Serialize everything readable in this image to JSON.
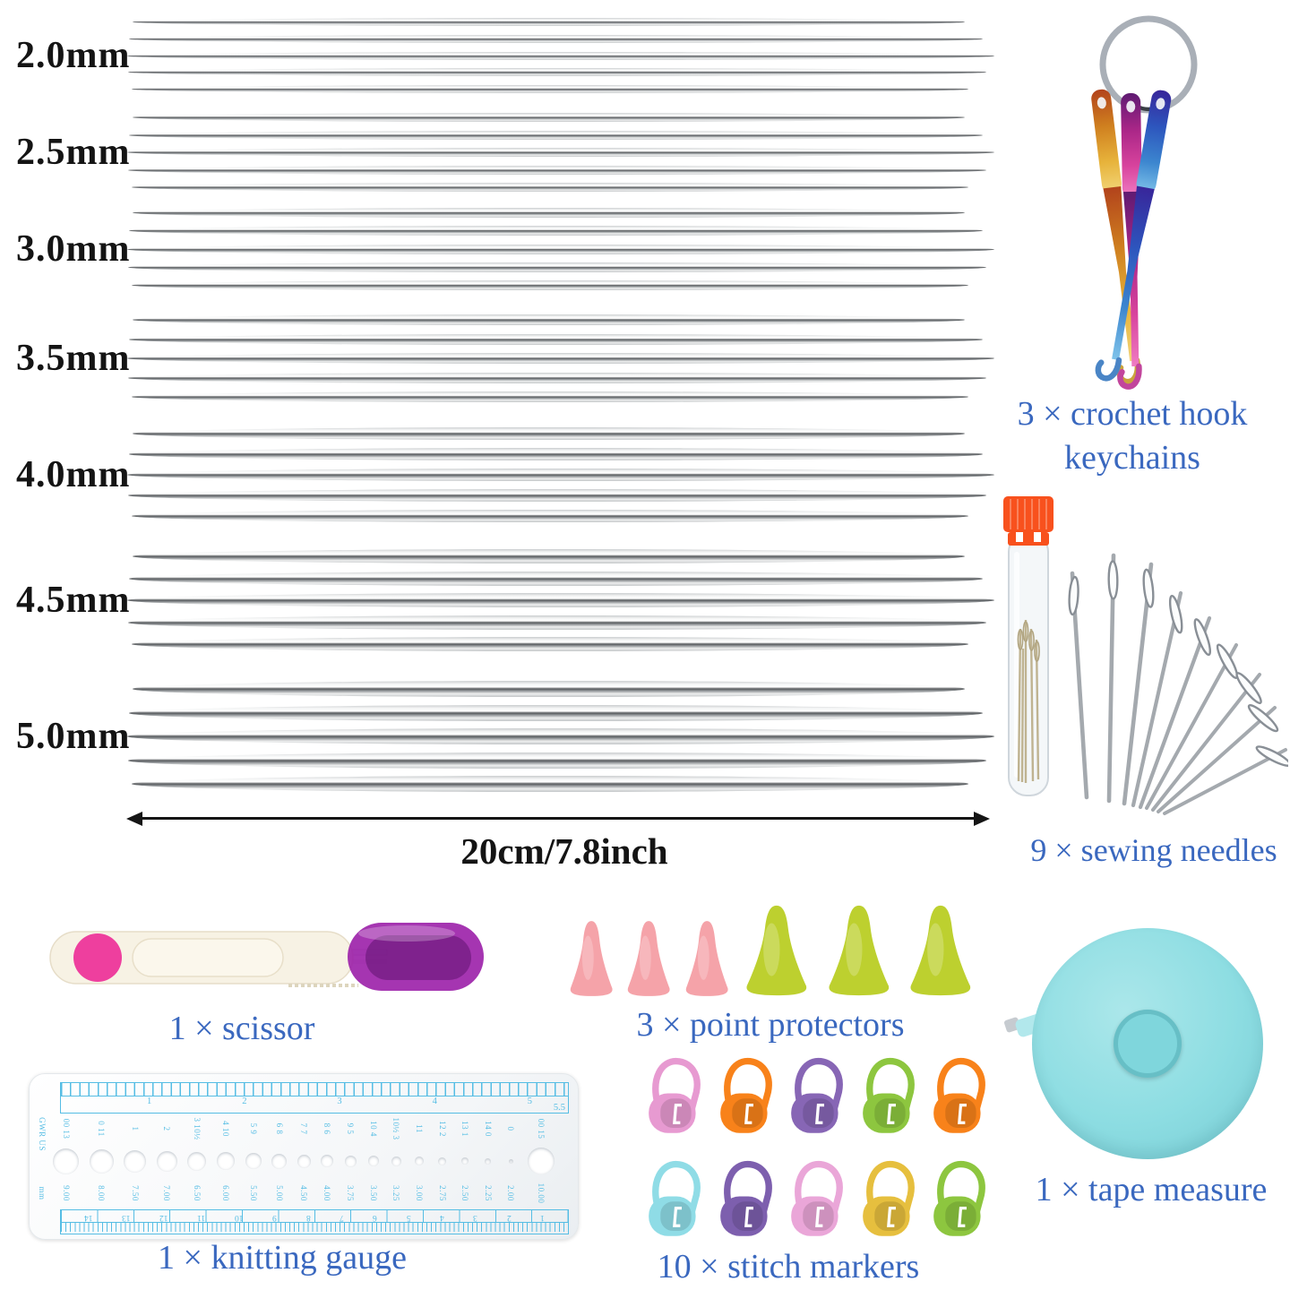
{
  "colors": {
    "label_blue": "#3a68bf",
    "label_black": "#141414",
    "cap_orange": "#f8511d",
    "scissor_body": "#f7f2e4",
    "scissor_pink": "#ee3f9e",
    "scissor_cap": "#9b1fa8",
    "gauge_print": "#55bde4",
    "tape_body": "#8ddde2",
    "tape_button": "#7fd6dc"
  },
  "needle_rows": [
    {
      "size": "2.0mm"
    },
    {
      "size": "2.5mm"
    },
    {
      "size": "3.0mm"
    },
    {
      "size": "3.5mm"
    },
    {
      "size": "4.0mm"
    },
    {
      "size": "4.5mm"
    },
    {
      "size": "5.0mm"
    }
  ],
  "dimension": {
    "length_label": "20cm/7.8inch"
  },
  "keychain": {
    "label_line1": "3 × crochet hook",
    "label_line2": "keychains",
    "hook_colors": [
      "#d9972f",
      "#cf3f98",
      "#2f6fc0"
    ]
  },
  "sewing": {
    "label": "9 × sewing needles",
    "count": "9"
  },
  "scissor": {
    "label": "1 × scissor"
  },
  "protectors": {
    "label": "3 × point protectors",
    "items": [
      {
        "cls": "cone small",
        "color": "#f5a3a9"
      },
      {
        "cls": "cone small",
        "color": "#f5a3a9"
      },
      {
        "cls": "cone small",
        "color": "#f5a3a9"
      },
      {
        "cls": "cone large",
        "color": "#bdd02f"
      },
      {
        "cls": "cone large",
        "color": "#bdd02f"
      },
      {
        "cls": "cone large",
        "color": "#bdd02f"
      }
    ]
  },
  "gauge": {
    "label": "1 × knitting gauge",
    "brand": "GWR US",
    "unit_label": "mm",
    "inch_numbers": [
      "1",
      "2",
      "3",
      "4",
      "5"
    ],
    "inch_last": "5.5",
    "columns": [
      {
        "us": "00 13",
        "mm": "9.00",
        "d": 29
      },
      {
        "us": "0 11",
        "mm": "8.00",
        "d": 27
      },
      {
        "us": "1",
        "mm": "7.50",
        "d": 25
      },
      {
        "us": "2",
        "mm": "7.00",
        "d": 23
      },
      {
        "us": "3 10½",
        "mm": "6.50",
        "d": 21
      },
      {
        "us": "4 10",
        "mm": "6.00",
        "d": 20
      },
      {
        "us": "5 9",
        "mm": "5.50",
        "d": 18
      },
      {
        "us": "6 8",
        "mm": "5.00",
        "d": 17
      },
      {
        "us": "7 7",
        "mm": "4.50",
        "d": 15
      },
      {
        "us": "8 6",
        "mm": "4.00",
        "d": 14
      },
      {
        "us": "9 5",
        "mm": "3.75",
        "d": 13
      },
      {
        "us": "10 4",
        "mm": "3.50",
        "d": 12
      },
      {
        "us": "10½ 3",
        "mm": "3.25",
        "d": 11
      },
      {
        "us": "11",
        "mm": "3.00",
        "d": 10
      },
      {
        "us": "12 2",
        "mm": "2.75",
        "d": 9
      },
      {
        "us": "13 1",
        "mm": "2.50",
        "d": 8
      },
      {
        "us": "14 0",
        "mm": "2.25",
        "d": 7
      },
      {
        "us": "0",
        "mm": "2.00",
        "d": 5
      },
      {
        "us": "00 15",
        "mm": "10.00",
        "d": 30
      }
    ],
    "cm_numbers": [
      "14",
      "13",
      "12",
      "11",
      "10",
      "9",
      "8",
      "7",
      "6",
      "5",
      "4",
      "3",
      "2",
      "1"
    ]
  },
  "markers": {
    "label": "10 × stitch markers",
    "colors": [
      "#e79ad1",
      "#f8821a",
      "#8766b5",
      "#8dc63f",
      "#f8821a",
      "#8fdce6",
      "#7d5fae",
      "#eaa6d8",
      "#e6bf3e",
      "#8dc63f"
    ]
  },
  "tape": {
    "label": "1 × tape measure"
  }
}
